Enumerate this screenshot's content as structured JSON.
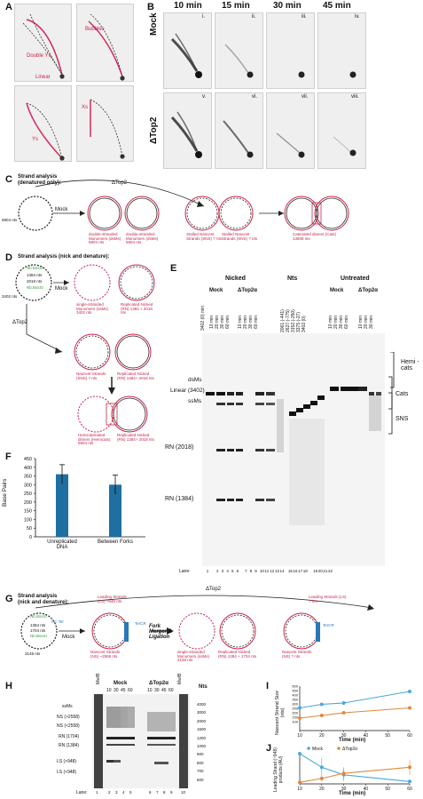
{
  "panels": {
    "A": {
      "label": "A",
      "bubbles": "Bubbles",
      "double_ys": "Double Ys",
      "linear": "Linear",
      "ys": "Ys",
      "xs": "Xs"
    },
    "B": {
      "label": "B",
      "times": [
        "10 min",
        "15 min",
        "30 min",
        "45 min"
      ],
      "rows": [
        {
          "name": "Mock",
          "tiles": [
            "i.",
            "ii.",
            "iii.",
            "iv."
          ]
        },
        {
          "name": "ΔTop2",
          "tiles": [
            "v.",
            "vi.",
            "vii.",
            "viii."
          ]
        }
      ]
    },
    "C": {
      "label": "C",
      "title_line1": "Strand analysis",
      "title_line2": "(denatured only):",
      "size_left": "6804 nts",
      "mock": "Mock",
      "delta": "ΔTop2",
      "circle1": "double-stranded Monomers (dsMs) 6804 nts",
      "circle2": "double-stranded Monomers (dsMs) 6804 nts",
      "circle3": "Stalled Nascent Strands (SNS) ? nts",
      "circle4": "Stalled Nascent Strands (SNS) ? nts",
      "circle5": "Catenated dimers (Cats) 13608 nts"
    },
    "D": {
      "label": "D",
      "title": "Strand analysis (nick and denature):",
      "nb1": "Nb.BssSI",
      "nb2": "Nb.BssSI",
      "sizes": [
        "1384 nts",
        "2018 nts",
        "3402 nts"
      ],
      "mock": "Mock",
      "delta": "ΔTop2",
      "c_ssm": "single-stranded Monomers (ssMs) 3402 nts",
      "c_rn": "Replicated Nicked (RN) 1384 + 2018 nts",
      "c_ns": "Nascent Strands (SNS) ? nts",
      "c_rn2": "Replicated Nicked (RN) 1384+ 2018 nts",
      "c_hemi": "Hemicatenated dimers (Hemicats) 6804 nts",
      "c_rn3": "Replicated Nicked (RN) 1384+ 2018 nts"
    },
    "E": {
      "label": "E",
      "groups": [
        "Nicked",
        "Nts",
        "Untreated"
      ],
      "sub_mock": "Mock",
      "sub_top": "ΔTop2α",
      "first_lane": "3402 (0) min",
      "times": [
        "10 min",
        "20 min",
        "30 min",
        "60 min"
      ],
      "nts_lanes": [
        "2061 (-441)",
        "2627 (-775)",
        "3152 (-250)",
        "3375 (-27)",
        "3402 (0)"
      ],
      "left_marks": [
        "dsMs",
        "Linear (3402)",
        "ssMs",
        "RN (2018)",
        "RN (1384)"
      ],
      "right_marks": [
        "Hemi -cats",
        "Cats",
        "SNS"
      ],
      "lane_title": "Lane:",
      "lanes": [
        "1",
        "2",
        "3",
        "4",
        "5",
        "6",
        "7",
        "8",
        "9",
        "10",
        "11",
        "12",
        "13",
        "14",
        "15",
        "16",
        "17",
        "18",
        "19",
        "20",
        "21",
        "22"
      ]
    },
    "F": {
      "label": "F",
      "ylabel": "Base Pairs"
    },
    "G": {
      "label": "G",
      "title_line1": "Strand analysis",
      "title_line2": "(nick and denature):",
      "delta": "ΔTop2",
      "nb1": "Nb.BssSI",
      "nb2": "Nb.BssSI",
      "tercr": "TerCR",
      "ter_left": "HC Ter",
      "sizes": [
        "1384 nts",
        "1704 nts",
        "3148 nts"
      ],
      "mock": "Mock",
      "ls_label": "Leading Strands (LS) ~948 nts",
      "ns_label": "Nascent Strands (NS) ~2558 nts",
      "fork": "Fork Merger & Ligation",
      "ssm": "single-stranded Monomers (ssMs) 3148 nts",
      "rn": "Replicated Nicked (RN) 1384 + 1704 nts",
      "ls2": "Leading Strands (LS) ? nts",
      "ns2": "Nascent Strands (NS) ? nts"
    },
    "H": {
      "label": "H",
      "mock": "Mock",
      "top": "ΔTop2α",
      "marker": "Mw/B",
      "times": [
        "10",
        "30",
        "45",
        "60"
      ],
      "left_marks": [
        "ssMs",
        "NS (>2558)",
        "NS (<2558)",
        "RN (1704)",
        "RN (1384)",
        "LS (>948)",
        "LS (<948)"
      ],
      "nts_title": "Nts",
      "nts_marks": [
        "4000",
        "3000",
        "2000",
        "1500",
        "1200",
        "1000",
        "900",
        "800",
        "700",
        "600"
      ],
      "lane_title": "Lane:",
      "lanes": [
        "1",
        "2",
        "3",
        "4",
        "5",
        "6",
        "7",
        "8",
        "9",
        "10"
      ]
    },
    "I": {
      "label": "I",
      "ylabel": "Nascent Strand Size (nts)",
      "xlabel": "Time (min)"
    },
    "J": {
      "label": "J",
      "ylabel": "Leading Strand (~948) products (AU)",
      "xlabel": "Time (min)"
    }
  },
  "chart_data": [
    {
      "type": "bar",
      "panel": "F",
      "categories": [
        "Unreplicated DNA",
        "Between Forks"
      ],
      "values": [
        360,
        300
      ],
      "errors": [
        55,
        55
      ],
      "ylabel": "Base Pairs",
      "ylim": [
        0,
        450
      ],
      "yticks": [
        0,
        50,
        100,
        150,
        200,
        250,
        300,
        350,
        400,
        450
      ],
      "color": "#1f6fa0"
    },
    {
      "type": "line",
      "panel": "I",
      "x": [
        10,
        20,
        30,
        60
      ],
      "series": [
        {
          "values": [
            255,
            295,
            310,
            440
          ],
          "color": "#4aa9d9"
        },
        {
          "values": [
            140,
            170,
            200,
            255
          ],
          "color": "#e0893a"
        }
      ],
      "xlabel": "Time (min)",
      "ylabel": "Nascent Strand Size (nts)",
      "ylim": [
        0,
        500
      ],
      "yticks": [
        100,
        150,
        200,
        250,
        300,
        350,
        400,
        450,
        500
      ],
      "xticks": [
        10,
        20,
        30,
        40,
        50,
        60
      ]
    },
    {
      "type": "line",
      "panel": "J",
      "x": [
        10,
        20,
        30,
        60
      ],
      "series": [
        {
          "name": "Mock",
          "values": [
            1.0,
            0.55,
            0.3,
            0.08
          ],
          "errors": [
            0.0,
            0.3,
            0.2,
            0.05
          ],
          "color": "#4aa9d9"
        },
        {
          "name": "ΔTop2α",
          "values": [
            0.05,
            0.18,
            0.35,
            0.55
          ],
          "errors": [
            0.05,
            0.1,
            0.2,
            0.25
          ],
          "color": "#e0893a"
        }
      ],
      "xlabel": "Time (min)",
      "ylabel": "Leading Strand (~948) products (AU)",
      "ylim": [
        0,
        1.0
      ],
      "xticks": [
        10,
        20,
        30,
        40,
        50,
        60
      ],
      "legend": "top"
    }
  ]
}
